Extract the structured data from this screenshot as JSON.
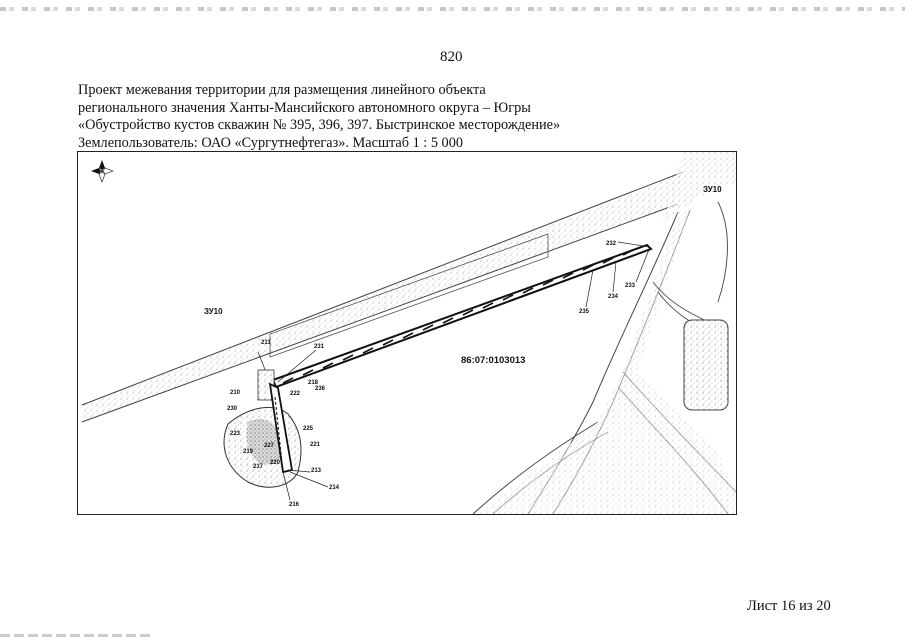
{
  "page_number": "820",
  "title_lines": [
    "Проект межевания территории для размещения линейного объекта",
    "регионального значения Ханты-Мансийского автономного округа – Югры",
    "«Обустройство кустов скважин № 395, 396, 397. Быстринское месторождение»",
    "Землепользователь: ОАО «Сургутнефтегаз». Масштаб 1 : 5 000"
  ],
  "map": {
    "zone_label_right": "ЗУ10",
    "zone_label_left": "ЗУ10",
    "cadastral_number": "86:07:0103013",
    "point_labels": [
      "232",
      "233",
      "234",
      "235",
      "211",
      "231",
      "210",
      "218",
      "236",
      "222",
      "230",
      "225",
      "223",
      "221",
      "227",
      "219",
      "220",
      "217",
      "213",
      "214",
      "216"
    ]
  },
  "footer": "Лист 16 из 20"
}
